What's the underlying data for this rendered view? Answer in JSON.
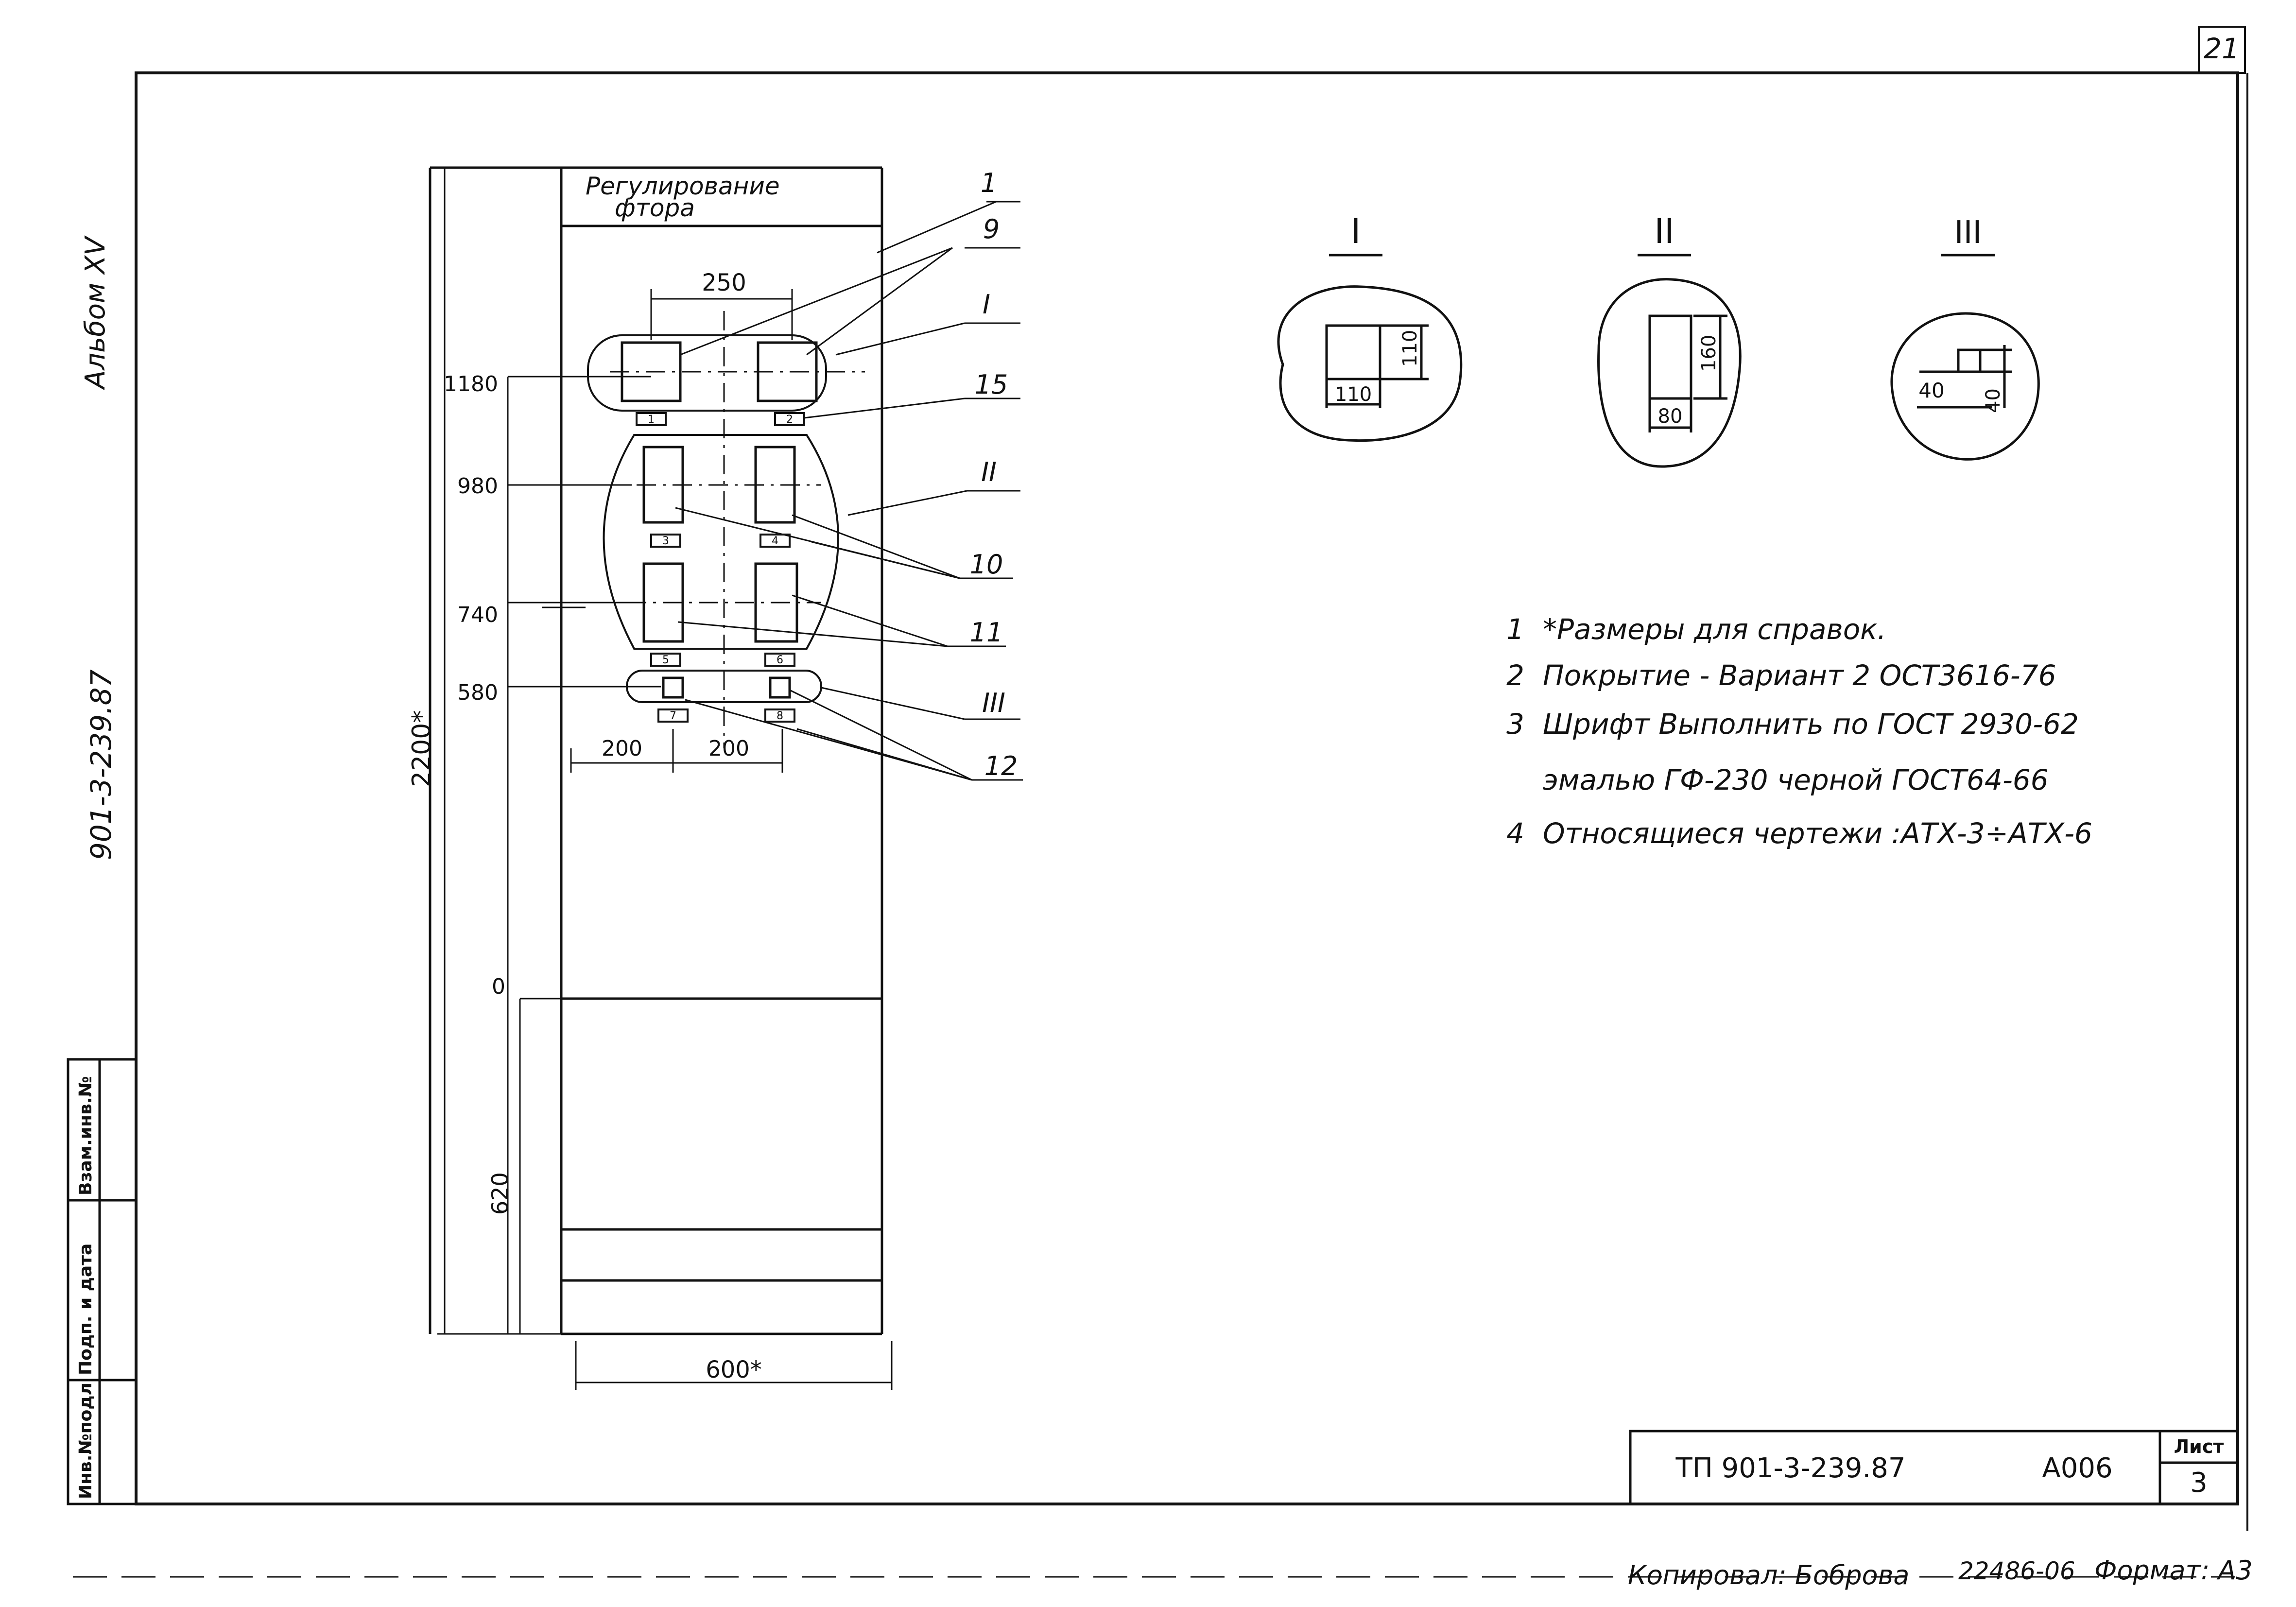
{
  "sheet_number": "21",
  "album_label": "Альбом XV",
  "side_code": "901-3-239.87",
  "side_stamp": [
    "Инв.№подл",
    "Подп. и дата",
    "Взам.инв.№"
  ],
  "panel": {
    "header_line1": "Регулирование",
    "header_line2": "фтора",
    "dim_250": "250",
    "dim_200_left": "200",
    "dim_200_right": "200",
    "level_1180": "1180",
    "level_980": "980",
    "level_740": "740",
    "level_580": "580",
    "level_0": "0",
    "dim_620": "620",
    "dim_2200": "2200*",
    "dim_600": "600*",
    "plates": [
      "1",
      "2",
      "3",
      "4",
      "5",
      "6",
      "7",
      "8"
    ]
  },
  "callouts": {
    "c1": "1",
    "c9": "9",
    "cI": "I",
    "c15": "15",
    "cII": "II",
    "c10": "10",
    "c11": "11",
    "cIII": "III",
    "c12": "12"
  },
  "details": {
    "I": {
      "title": "I",
      "w": "110",
      "h": "110"
    },
    "II": {
      "title": "II",
      "w": "80",
      "h": "160"
    },
    "III": {
      "title": "III",
      "w": "40",
      "h": "40"
    }
  },
  "notes": [
    {
      "num": "1",
      "text": "*Размеры для справок."
    },
    {
      "num": "2",
      "text": "Покрытие - Вариант 2 ОСТ3616-76"
    },
    {
      "num": "3",
      "text": "Шрифт Выполнить по ГОСТ 2930-62"
    },
    {
      "num": "",
      "text": "эмалью ГФ-230 черной ГОСТ64-66"
    },
    {
      "num": "4",
      "text": "Относящиеся чертежи :АТХ-3÷АТХ-6"
    }
  ],
  "title_block": {
    "code": "ТП 901-3-239.87",
    "doc": "А006",
    "sheet_label": "Лист",
    "sheet_value": "3"
  },
  "footer": {
    "copied": "Копировал: Боброва",
    "number": "22486-06",
    "format": "Формат: А3"
  }
}
